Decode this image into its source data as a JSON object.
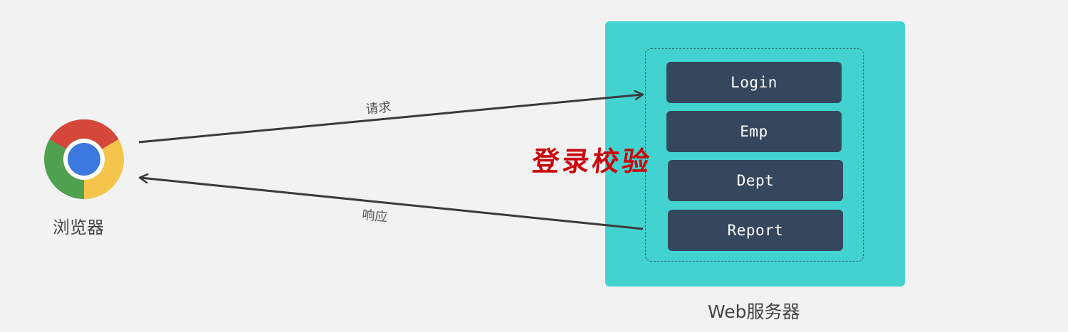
{
  "browser": {
    "label": "浏览器",
    "icon": "chrome-browser-icon"
  },
  "server": {
    "label": "Web服务器",
    "modules": [
      {
        "label": "Login"
      },
      {
        "label": "Emp"
      },
      {
        "label": "Dept"
      },
      {
        "label": "Report"
      }
    ]
  },
  "arrows": {
    "request_label": "请求",
    "response_label": "响应"
  },
  "overlay_text": "登录校验",
  "colors": {
    "background": "#f2f2f2",
    "server_panel": "#42d3d0",
    "module_button": "#34475c",
    "stamp_red": "#c8080d",
    "arrow": "#3a3a3a"
  }
}
